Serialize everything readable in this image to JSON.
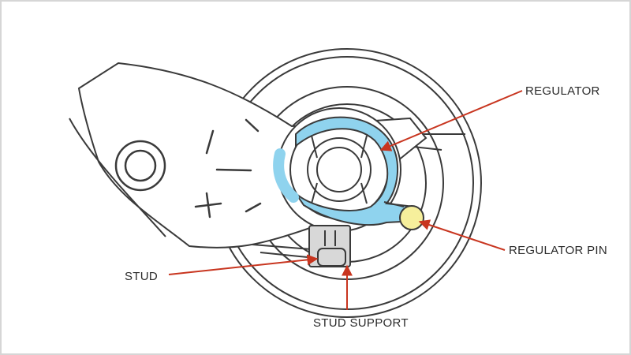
{
  "labels": {
    "regulator": "REGULATOR",
    "regulator_pin": "REGULATOR PIN",
    "stud": "STUD",
    "stud_support": "STUD SUPPORT"
  },
  "colors": {
    "regulator": "#8fd3ee",
    "regulator_pin": "#f6ef9c",
    "stud_parts": "#d8d8d8",
    "arrow": "#c8351f",
    "line": "#3a3a3a",
    "frame": "#cfcfcf"
  }
}
